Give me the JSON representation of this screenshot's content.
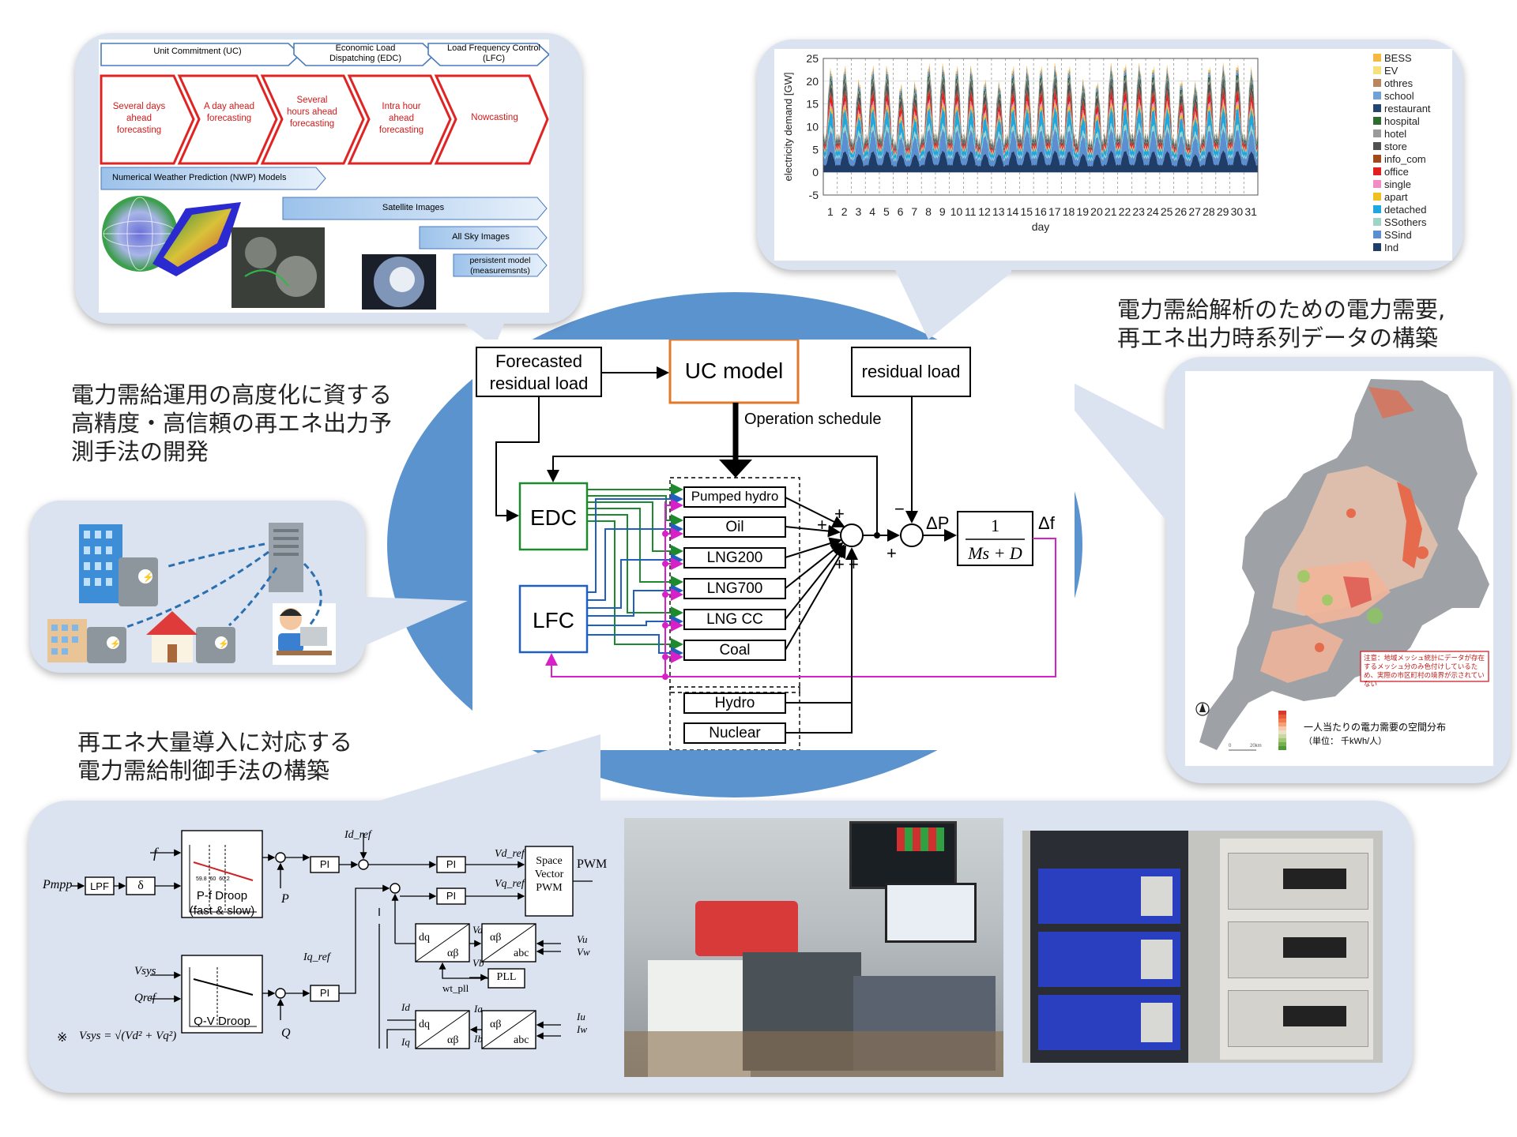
{
  "captions": {
    "forecast": [
      "電力需給運用の高度化に資する",
      "高精度・高信頼の再エネ出力予",
      "測手法の開発"
    ],
    "demand": [
      "電力需給解析のための電力需要,",
      "再エネ出力時系列データの構築"
    ],
    "control": [
      "再エネ大量導入に対応する",
      "電力需給制御手法の構築"
    ]
  },
  "forecast_panel": {
    "headers": [
      "Unit Commitment (UC)",
      "Economic Load Dispatching (EDC)",
      "Load Frequency Control (LFC)"
    ],
    "horizons": [
      "Several days ahead forecasting",
      "A day ahead forecasting",
      "Several hours ahead forecasting",
      "Intra hour ahead forecasting",
      "Nowcasting"
    ],
    "nwp": "Numerical Weather Prediction (NWP) Models",
    "satellite": "Satellite Images",
    "allsky": "All Sky Images",
    "persistent": "persistent model (measuremsnts)"
  },
  "central": {
    "forecasted_residual_load": "Forecasted residual load",
    "uc_model": "UC model",
    "residual_load": "residual load",
    "operation_schedule": "Operation schedule",
    "edc": "EDC",
    "lfc": "LFC",
    "plants": [
      "Pumped hydro",
      "Oil",
      "LNG200",
      "LNG700",
      "LNG CC",
      "Coal"
    ],
    "fixed_plants": [
      "Hydro",
      "Nuclear"
    ],
    "delta_p": "ΔP",
    "delta_f": "Δf",
    "tf_num": "1",
    "tf_den": "Ms + D",
    "plus": "+",
    "minus": "−"
  },
  "map": {
    "note": "注意：地域メッシュ統計にデータが存在するメッシュ分のみ色付けしているため、実際の市区町村の境界が示されていない",
    "legend_title": "一人当たりの電力需要の空間分布",
    "legend_unit": "（単位： 千kWh/人）"
  },
  "control_panel": {
    "f": "f",
    "p_mpp": "Pmpp",
    "lpf": "LPF",
    "delta": "δ",
    "pf_droop": "P-f Droop",
    "pf_sub": "(fast & slow)",
    "qv_droop": "Q-V Droop",
    "v_sys": "Vsys",
    "q_ref": "Qref",
    "p": "P",
    "q": "Q",
    "id_ref": "Id_ref",
    "iq_ref": "Iq_ref",
    "vd_ref": "Vd_ref",
    "vq_ref": "Vq_ref",
    "pi": "PI",
    "svpwm": "Space Vector PWM",
    "pwm": "PWM",
    "dq": "dq",
    "ab": "αβ",
    "abc": "abc",
    "pll": "PLL",
    "wt_pll": "wt_pll",
    "va": "Va",
    "vb": "Vb",
    "vu": "Vu",
    "vw": "Vw",
    "ia": "Ia",
    "ib": "Ib",
    "iu": "Iu",
    "iw": "Iw",
    "id": "Id",
    "iq": "Iq",
    "note_mark": "※",
    "formula": "Vsys = √(Vd² + Vq²)",
    "pf_ticks": [
      "59.8",
      "60",
      "60.2"
    ]
  },
  "chart_data": {
    "type": "area",
    "title": "",
    "xlabel": "day",
    "ylabel": "electricity demand [GW]",
    "ylim": [
      -5,
      25
    ],
    "yticks": [
      -5,
      0,
      5,
      10,
      15,
      20,
      25
    ],
    "x": [
      1,
      2,
      3,
      4,
      5,
      6,
      7,
      8,
      9,
      10,
      11,
      12,
      13,
      14,
      15,
      16,
      17,
      18,
      19,
      20,
      21,
      22,
      23,
      24,
      25,
      26,
      27,
      28,
      29,
      30,
      31
    ],
    "stacked": true,
    "grid": true,
    "legend_position": "right",
    "series": [
      {
        "name": "Ind",
        "color": "#1f3d66"
      },
      {
        "name": "SSind",
        "color": "#5b8fd0"
      },
      {
        "name": "SSothers",
        "color": "#9ed3c6"
      },
      {
        "name": "detached",
        "color": "#1fa8e0"
      },
      {
        "name": "apart",
        "color": "#f0c020"
      },
      {
        "name": "single",
        "color": "#f28cc4"
      },
      {
        "name": "office",
        "color": "#e02020"
      },
      {
        "name": "info_com",
        "color": "#a04a1c"
      },
      {
        "name": "store",
        "color": "#505050"
      },
      {
        "name": "hotel",
        "color": "#9a9a9a"
      },
      {
        "name": "hospital",
        "color": "#2e6b30"
      },
      {
        "name": "restaurant",
        "color": "#23466e"
      },
      {
        "name": "school",
        "color": "#6fa3d8"
      },
      {
        "name": "othres",
        "color": "#b8865a"
      },
      {
        "name": "EV",
        "color": "#f6e07a"
      },
      {
        "name": "BESS",
        "color": "#f5b840"
      }
    ],
    "weekday_peak_gw": [
      22.5,
      23.0,
      20.0,
      23.0,
      23.0,
      19.0,
      19.5,
      23.5,
      23.5,
      23.0,
      23.0,
      20.0,
      19.5,
      23.0,
      23.0,
      23.0,
      23.5,
      23.0,
      20.0,
      19.5,
      23.5,
      23.5,
      23.5,
      23.0,
      23.0,
      20.0,
      19.5,
      23.0,
      23.5,
      23.5,
      22.5
    ]
  }
}
